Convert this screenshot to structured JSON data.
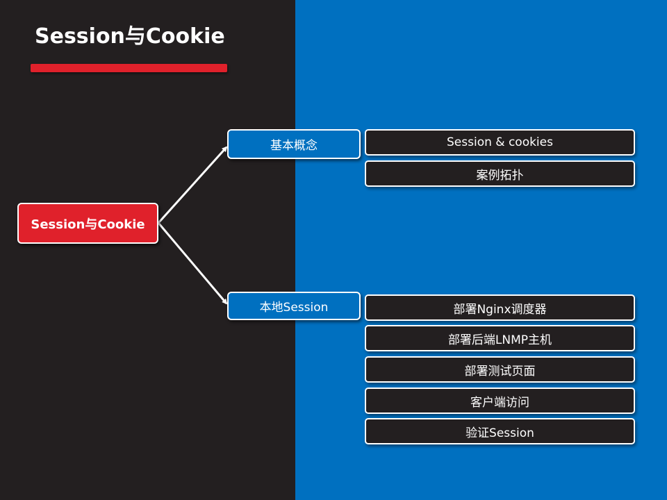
{
  "slide": {
    "title": "Session与Cookie",
    "colors": {
      "left_bg": "#231f20",
      "right_bg": "#0070c0",
      "accent": "#e0212b"
    }
  },
  "mindmap": {
    "root": "Session与Cookie",
    "branches": [
      {
        "label": "基本概念",
        "items": [
          "Session & cookies",
          "案例拓扑"
        ]
      },
      {
        "label": "本地Session",
        "items": [
          "部署Nginx调度器",
          "部署后端LNMP主机",
          "部署测试页面",
          "客户端访问",
          "验证Session"
        ]
      }
    ]
  }
}
